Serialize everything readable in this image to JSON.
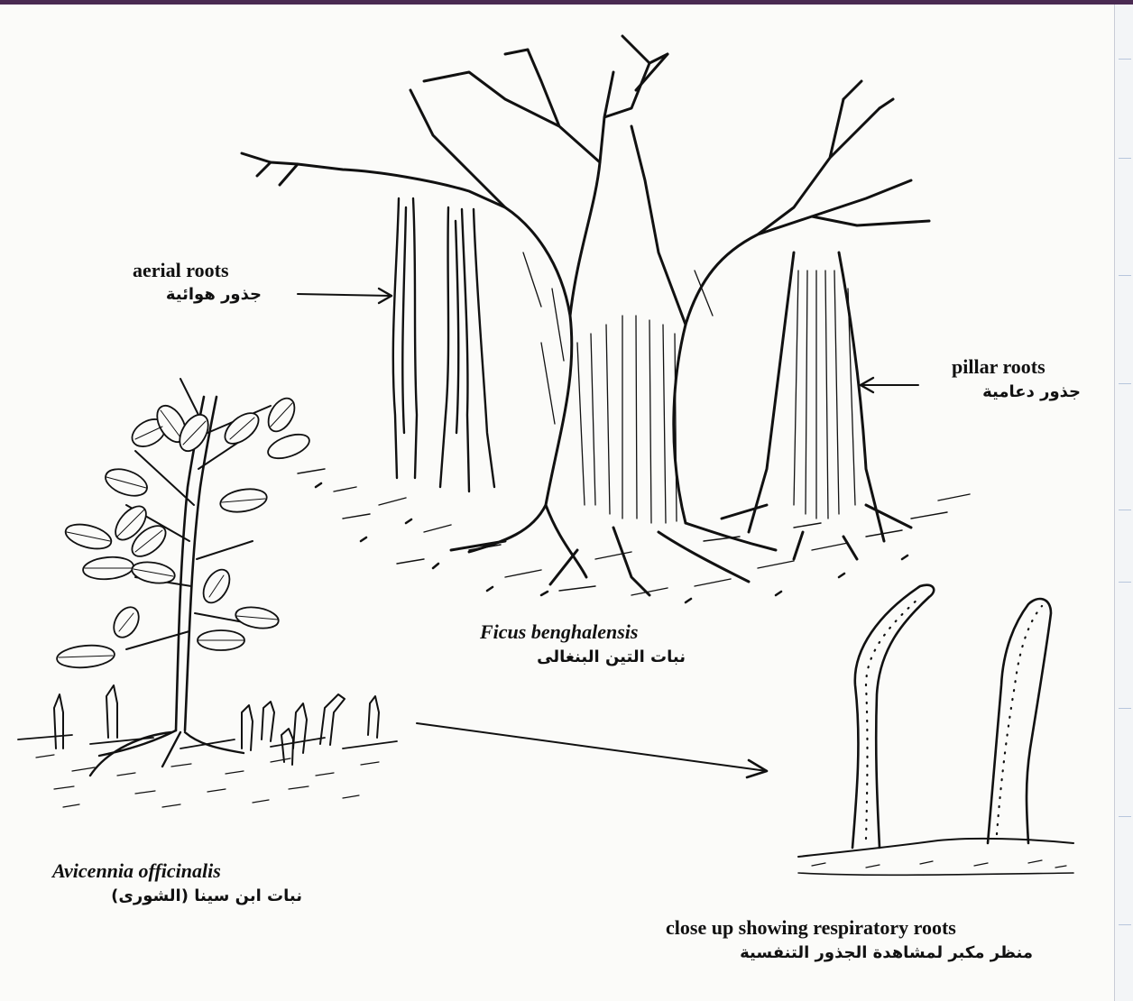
{
  "labels": {
    "aerial_roots_en": "aerial roots",
    "aerial_roots_ar": "جذور هوائية",
    "pillar_roots_en": "pillar roots",
    "pillar_roots_ar": "جذور دعامية",
    "ficus_sci": "Ficus benghalensis",
    "ficus_ar": "نبات التين البنغالى",
    "avicennia_sci": "Avicennia officinalis",
    "avicennia_ar": "نبات ابن سينا (الشورى)",
    "closeup_en": "close up showing respiratory roots",
    "closeup_ar": "منظر مكبر لمشاهدة الجذور التنفسية"
  },
  "colors": {
    "ink": "#111111",
    "paper": "#fbfbf9",
    "top_bar": "#4a2a52"
  }
}
